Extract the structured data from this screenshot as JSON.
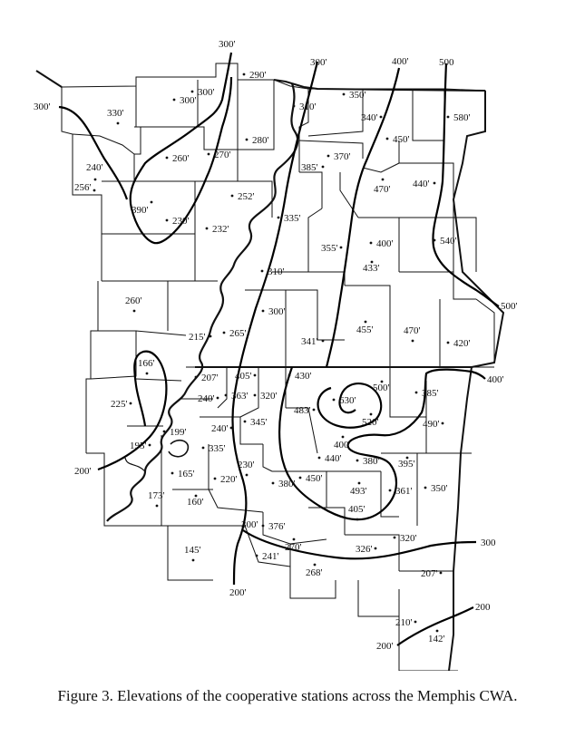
{
  "caption": "Figure 3. Elevations of the cooperative stations across the Memphis CWA.",
  "stations": [
    {
      "label": "290'"
    },
    {
      "label": "300'"
    },
    {
      "label": "300'"
    },
    {
      "label": "330'"
    },
    {
      "label": "240'"
    },
    {
      "label": "256'"
    },
    {
      "label": "260'"
    },
    {
      "label": "270'"
    },
    {
      "label": "280'"
    },
    {
      "label": "390'"
    },
    {
      "label": "230'"
    },
    {
      "label": "252'"
    },
    {
      "label": "232'"
    },
    {
      "label": "310'"
    },
    {
      "label": "350'"
    },
    {
      "label": "340'"
    },
    {
      "label": "580'"
    },
    {
      "label": "450'"
    },
    {
      "label": "385'"
    },
    {
      "label": "370'"
    },
    {
      "label": "470'"
    },
    {
      "label": "440'"
    },
    {
      "label": "335'"
    },
    {
      "label": "355'"
    },
    {
      "label": "400'"
    },
    {
      "label": "433'"
    },
    {
      "label": "540'"
    },
    {
      "label": "310'"
    },
    {
      "label": "300'"
    },
    {
      "label": "260'"
    },
    {
      "label": "215'"
    },
    {
      "label": "265'"
    },
    {
      "label": "341'"
    },
    {
      "label": "455'"
    },
    {
      "label": "470'"
    },
    {
      "label": "420'"
    },
    {
      "label": "166'"
    },
    {
      "label": "207'"
    },
    {
      "label": "405'"
    },
    {
      "label": "240'"
    },
    {
      "label": "363'"
    },
    {
      "label": "320'"
    },
    {
      "label": "430'"
    },
    {
      "label": "483'"
    },
    {
      "label": "630'"
    },
    {
      "label": "500'"
    },
    {
      "label": "385'"
    },
    {
      "label": "225'"
    },
    {
      "label": "199'"
    },
    {
      "label": "345'"
    },
    {
      "label": "240'"
    },
    {
      "label": "520'"
    },
    {
      "label": "490'"
    },
    {
      "label": "195'"
    },
    {
      "label": "335'"
    },
    {
      "label": "400'"
    },
    {
      "label": "440'"
    },
    {
      "label": "380'"
    },
    {
      "label": "395'"
    },
    {
      "label": "165'"
    },
    {
      "label": "230'"
    },
    {
      "label": "220'"
    },
    {
      "label": "450'"
    },
    {
      "label": "380'"
    },
    {
      "label": "493'"
    },
    {
      "label": "361'"
    },
    {
      "label": "350'"
    },
    {
      "label": "173'"
    },
    {
      "label": "160'"
    },
    {
      "label": "405'"
    },
    {
      "label": "376'"
    },
    {
      "label": "270'"
    },
    {
      "label": "241'"
    },
    {
      "label": "326'"
    },
    {
      "label": "320'"
    },
    {
      "label": "145'"
    },
    {
      "label": "268'"
    },
    {
      "label": "207'"
    },
    {
      "label": "210'"
    },
    {
      "label": "142'"
    }
  ],
  "contour_labels": [
    {
      "label": "300'"
    },
    {
      "label": "300'"
    },
    {
      "label": "400'"
    },
    {
      "label": "500"
    },
    {
      "label": "300'"
    },
    {
      "label": "500'"
    },
    {
      "label": "400'"
    },
    {
      "label": "200'"
    },
    {
      "label": "300'"
    },
    {
      "label": "200'"
    },
    {
      "label": "300"
    },
    {
      "label": "200"
    },
    {
      "label": "200'"
    }
  ]
}
